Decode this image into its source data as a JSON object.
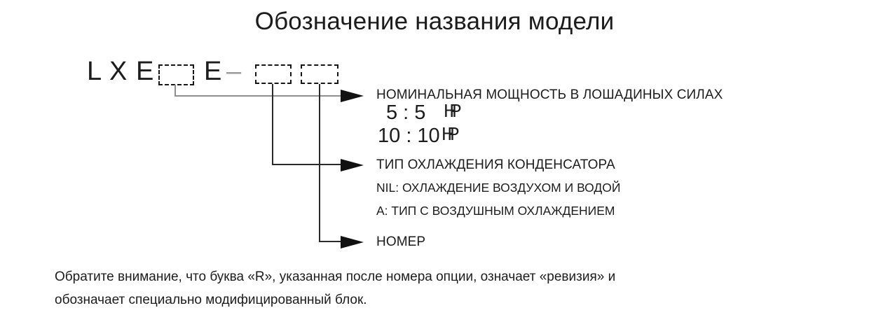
{
  "title": "Обозначение названия модели",
  "model_code": {
    "letter_1": "L",
    "letter_2": "X",
    "letter_3": "E",
    "letter_4": "E",
    "separator": "–",
    "box_count": 3
  },
  "sections": {
    "power": {
      "label": "НОМИНАЛЬНАЯ МОЩНОСТЬ В ЛОШАДИНЫХ СИЛАХ",
      "rows": [
        {
          "value": "5 : 5",
          "unit": "HP"
        },
        {
          "value": "10 : 10",
          "unit": "HP"
        }
      ]
    },
    "cooling": {
      "label": "ТИП ОХЛАЖДЕНИЯ КОНДЕНСАТОРА",
      "options": [
        "NIL: ОХЛАЖДЕНИЕ ВОЗДУХОМ И ВОДОЙ",
        "А: ТИП С ВОЗДУШНЫМ ОХЛАЖДЕНИЕМ"
      ]
    },
    "number": {
      "label": "НОМЕР"
    }
  },
  "note": {
    "line1": "Обратите внимание, что буква «R», указанная после номера опции, означает «ревизия» и",
    "line2": "обозначает специально модифицированный блок."
  },
  "colors": {
    "ink": "#1c1c1c",
    "line_dark": "#2a2a2a",
    "line_gray": "#8f8f8f",
    "background": "#ffffff"
  }
}
